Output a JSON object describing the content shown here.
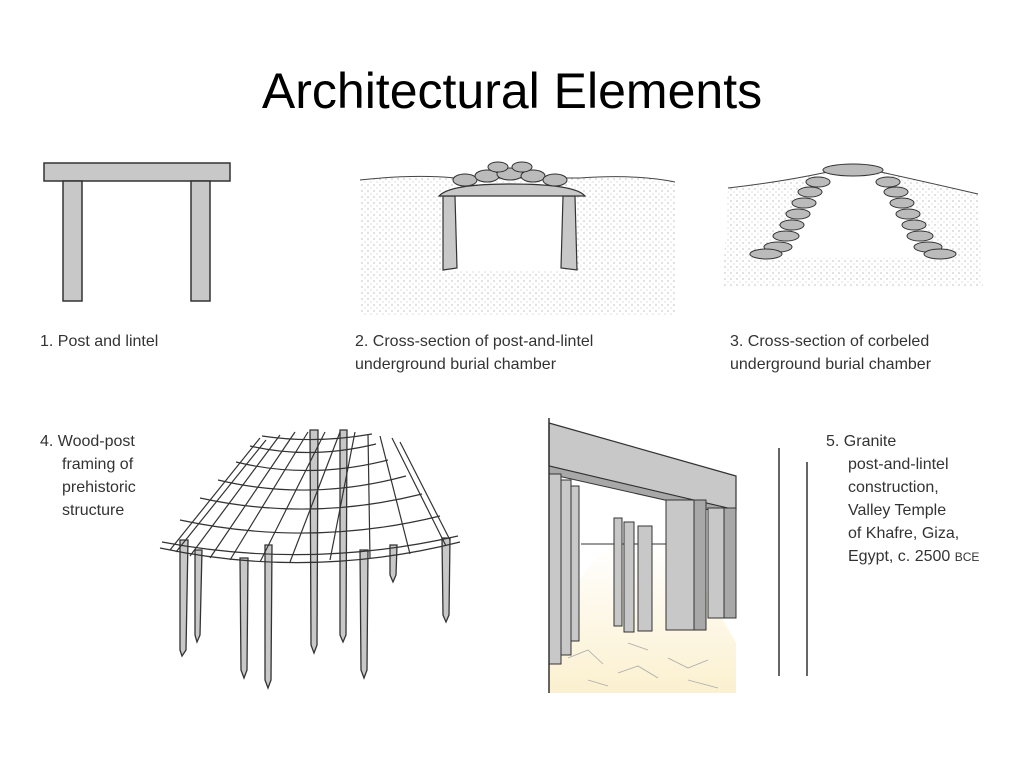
{
  "slide": {
    "title": "Architectural Elements"
  },
  "figures": [
    {
      "number": "1.",
      "caption_lines": [
        "Post and lintel"
      ],
      "icon": "post-and-lintel-drawing"
    },
    {
      "number": "2.",
      "caption_lines": [
        "Cross-section of post-and-lintel",
        "underground burial chamber"
      ],
      "icon": "post-lintel-burial-chamber-drawing"
    },
    {
      "number": "3.",
      "caption_lines": [
        "Cross-section of corbeled",
        "underground burial chamber"
      ],
      "icon": "corbeled-burial-chamber-drawing"
    },
    {
      "number": "4.",
      "caption_lines": [
        "Wood-post",
        "framing of",
        "prehistoric",
        "structure"
      ],
      "icon": "wood-post-frame-drawing"
    },
    {
      "number": "5.",
      "caption_lines": [
        "Granite",
        "post-and-lintel",
        "construction,",
        "Valley Temple",
        "of Khafre, Giza,",
        "Egypt, c. 2500"
      ],
      "era_suffix": "BCE",
      "icon": "valley-temple-interior-drawing"
    }
  ],
  "colors": {
    "stone": "#c8c8c8",
    "stone_dark": "#a8a8a8",
    "outline": "#333333",
    "floor_tint": "#fbf0cf"
  }
}
